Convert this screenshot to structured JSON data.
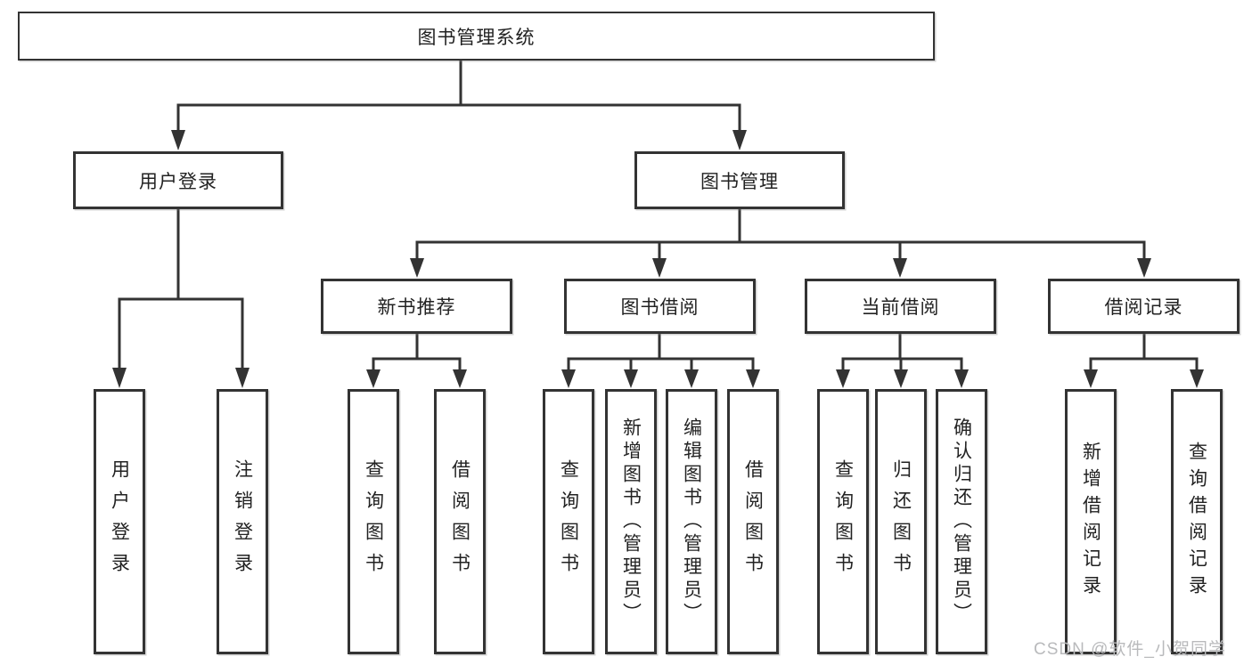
{
  "diagram": {
    "root": {
      "label": "图书管理系统"
    },
    "level2": [
      {
        "label": "用户登录"
      },
      {
        "label": "图书管理"
      }
    ],
    "level3": [
      {
        "label": "新书推荐"
      },
      {
        "label": "图书借阅"
      },
      {
        "label": "当前借阅"
      },
      {
        "label": "借阅记录"
      }
    ],
    "leaves": {
      "user_login": [
        "用户登录",
        "注销登录"
      ],
      "new_book": [
        "查询图书",
        "借阅图书"
      ],
      "book_borrow": [
        "查询图书",
        "新增图书（管理员）",
        "编辑图书（管理员）",
        "借阅图书"
      ],
      "current_borrow": [
        "查询图书",
        "归还图书",
        "确认归还（管理员）"
      ],
      "borrow_record": [
        "新增借阅记录",
        "查询借阅记录"
      ]
    }
  },
  "watermark": "CSDN @软件_小贺同学",
  "colors": {
    "line": "#333333",
    "text": "#222222",
    "watermark": "#b9babc",
    "background": "#ffffff"
  }
}
